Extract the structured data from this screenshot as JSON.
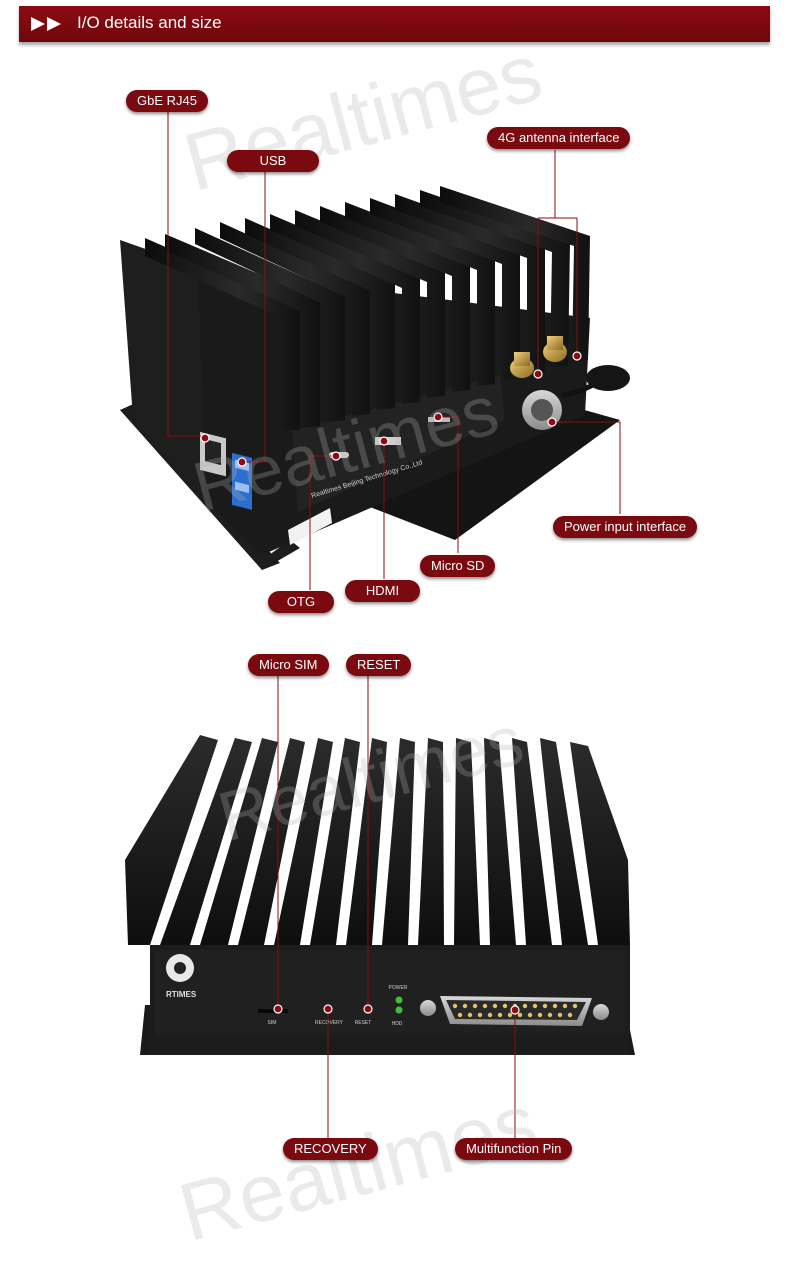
{
  "header": {
    "title": "I/O details and size"
  },
  "watermark": "Realtimes",
  "device_text": {
    "brand": "Realtimes Beijing Technology Co.,Ltd",
    "logo": "RTIMES",
    "led_power": "POWER",
    "led_hdd": "HDD",
    "sim": "SIM",
    "recovery": "RECOVERY",
    "reset": "RESET"
  },
  "labels": {
    "gbe": "GbE RJ45",
    "usb": "USB",
    "antenna": "4G antenna interface",
    "power": "Power input interface",
    "microsd": "Micro SD",
    "hdmi": "HDMI",
    "otg": "OTG",
    "microsim": "Micro SIM",
    "reset": "RESET",
    "recovery": "RECOVERY",
    "multipin": "Multifunction Pin"
  },
  "colors": {
    "accent": "#8c0b12",
    "device": "#1c1c1c"
  }
}
